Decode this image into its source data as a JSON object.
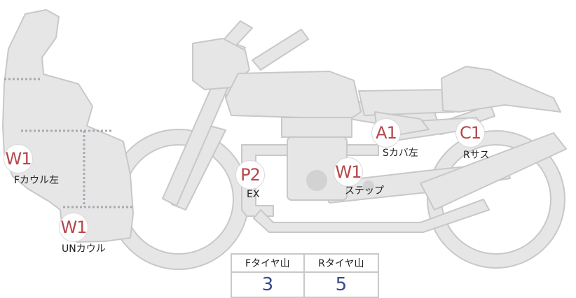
{
  "colors": {
    "body_fill": "#e6e6e6",
    "body_stroke": "#c8c8c8",
    "grade_text": "#b5484c",
    "table_value": "#3b4a8a",
    "dotted_line": "#a9a9b3"
  },
  "markers": [
    {
      "id": "f-cowl",
      "grade": "W1",
      "label": "Fカウル左"
    },
    {
      "id": "under-cowl",
      "grade": "W1",
      "label": "UNカウル"
    },
    {
      "id": "exhaust",
      "grade": "P2",
      "label": "EX"
    },
    {
      "id": "step",
      "grade": "W1",
      "label": "ステップ"
    },
    {
      "id": "side-cover",
      "grade": "A1",
      "label": "Sカバ左"
    },
    {
      "id": "rear-suspension",
      "grade": "C1",
      "label": "Rサス"
    }
  ],
  "tire_table": {
    "front_header": "Fタイヤ山",
    "rear_header": "Rタイヤ山",
    "front_value": "3",
    "rear_value": "5"
  }
}
